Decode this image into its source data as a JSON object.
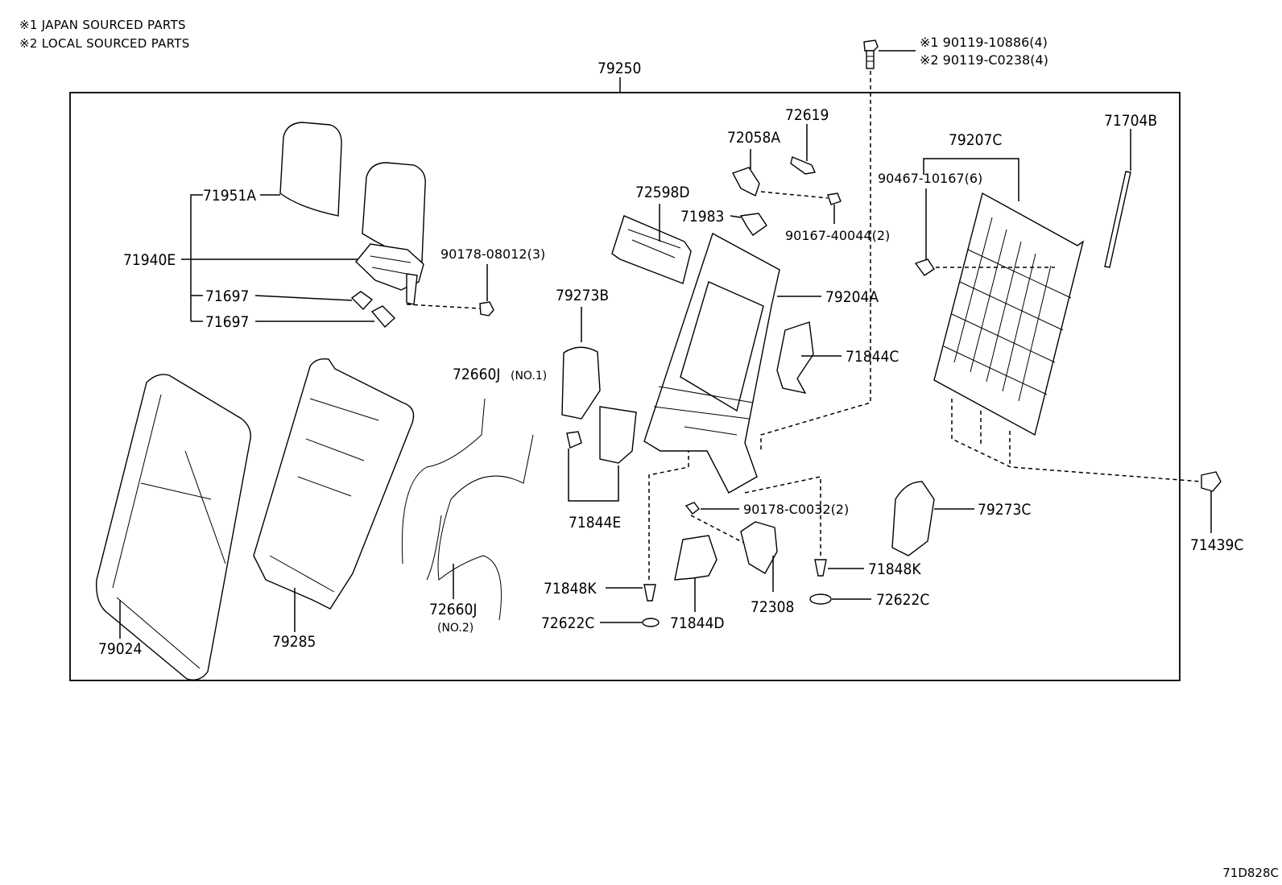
{
  "notes": [
    "※1 JAPAN SOURCED PARTS",
    "※2 LOCAL SOURCED PARTS"
  ],
  "diagram_code": "71D828C",
  "labels": {
    "assembly": "79250",
    "bolt_japan": "※1 90119-10886(4)",
    "bolt_local": "※2 90119-C0238(4)",
    "headrest_cover": "71951A",
    "headrest": "71940E",
    "guide_1": "71697",
    "guide_2": "71697",
    "nut_80012": "90178-08012(3)",
    "hook": "72058A",
    "lever_72619": "72619",
    "clip_40044": "90167-40044(2)",
    "cover_71983": "71983",
    "cover_72598D": "72598D",
    "frame": "79204A",
    "cover_79273B": "79273B",
    "cover_71844C": "71844C",
    "wire_no1": "72660J",
    "wire_no1_suffix": "(NO.1)",
    "wire_no2": "72660J",
    "wire_no2_suffix": "(NO.2)",
    "cover_71844E": "71844E",
    "seatback_cover": "79024",
    "seatback_pad": "79285",
    "board": "79207C",
    "clip_10167": "90467-10167(6)",
    "rod": "71704B",
    "fastener": "71439C",
    "cover_79273C": "79273C",
    "nut_c0032": "90178-C0032(2)",
    "pin_left": "71848K",
    "pin_right": "71848K",
    "washer_left": "72622C",
    "washer_right": "72622C",
    "cover_71844D": "71844D",
    "lock": "72308"
  }
}
